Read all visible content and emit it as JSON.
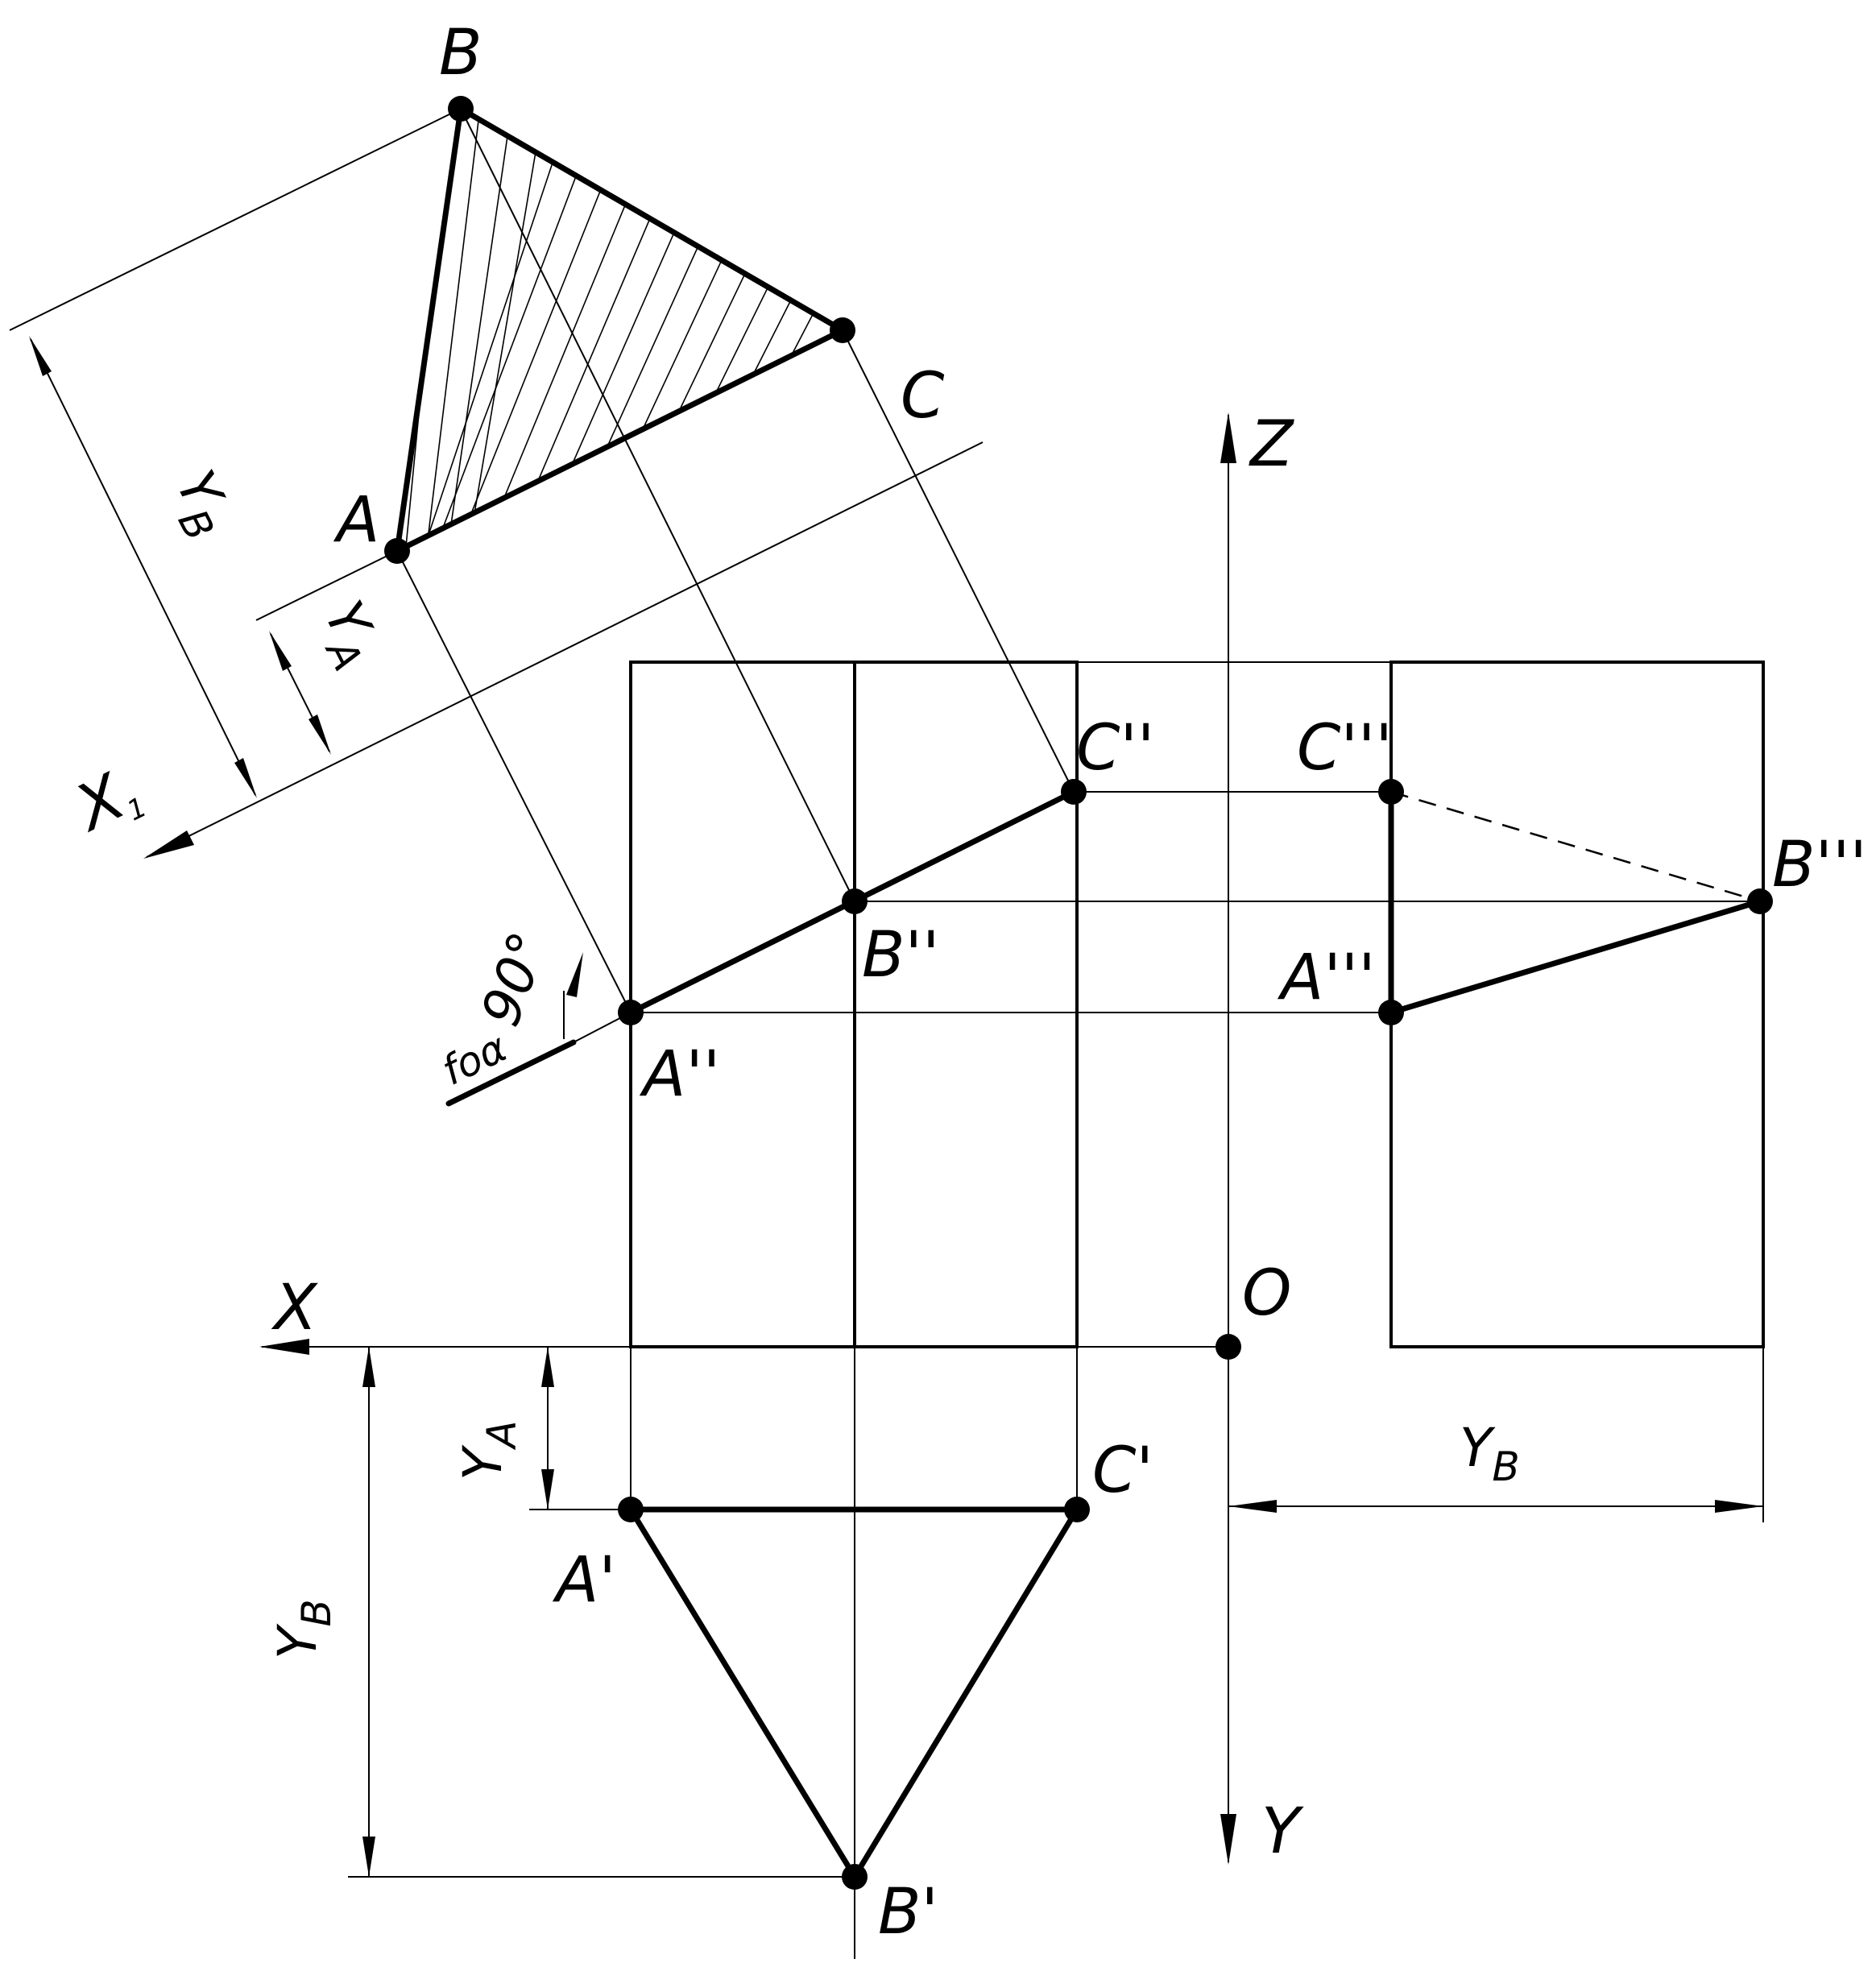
{
  "axes": {
    "x": "X",
    "y": "Y",
    "z": "Z",
    "origin": "O",
    "x1": "X",
    "x1_sub": "1"
  },
  "points": {
    "A": "A",
    "B": "B",
    "C": "C",
    "A_front": "A''",
    "B_front": "B''",
    "C_front": "C''",
    "A_side": "A'''",
    "B_side": "B'''",
    "C_side": "C'''",
    "A_top": "A'",
    "B_top": "B'",
    "C_top": "C'"
  },
  "dimensions": {
    "y_letter": "Y",
    "sub_a": "A",
    "sub_b": "B"
  },
  "annotation": {
    "foa": "foα",
    "angle": "90°"
  }
}
